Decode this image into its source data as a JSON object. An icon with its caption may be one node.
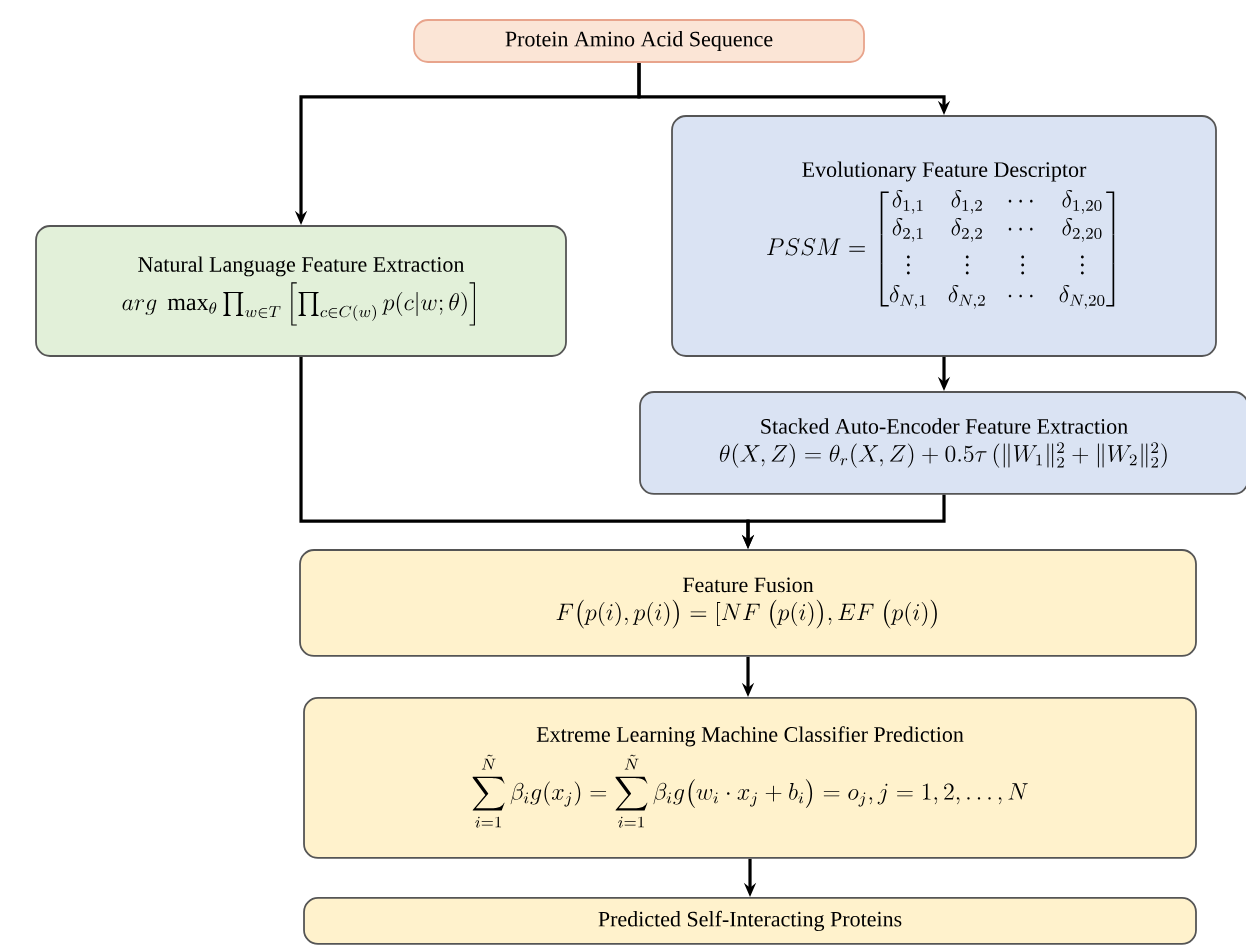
{
  "diagram": {
    "nodes": [
      {
        "text": [
          "Protein Amino Acid Sequence"
        ]
      },
      {
        "text": [
          "Natural Language Feature Extraction",
          "arg\\ \\max_{\\theta} \\prod_{w\\in T}\\left[\\prod_{c\\in C(w)} p(c|w;\\theta)\\right]"
        ]
      },
      {
        "text": [
          "Evolutionary Feature Descriptor",
          "PSSM=\\begin{bmatrix}\\delta_{1,1} & \\delta_{1,2} & \\cdots & \\delta_{1,20}\\\\ \\delta_{2,1} & \\delta_{2,2} & \\cdots & \\delta_{2,20}\\\\ \\vdots & \\vdots & \\vdots & \\vdots\\\\ \\delta_{N,1} & \\delta_{N,2} & \\cdots & \\delta_{N,20}\\end{bmatrix}"
        ]
      },
      {
        "text": [
          "Stacked Auto-Encoder Feature Extraction",
          "\\theta(X,Z)=\\theta_r(X,Z)+0.5\\tau\\left(\\|W_1\\|_2^2+\\|W_2\\|_2^2\\right)"
        ]
      },
      {
        "text": [
          "Feature Fusion",
          "F\\big(p(i),p(i)\\big)=[NF\\ \\big(p(i)\\big),EF\\ \\big(p(i)\\big)"
        ]
      },
      {
        "text": [
          "Extreme Learning Machine Classifier Prediction",
          "\\sum_{i=1}^{\\tilde{N}}\\beta_i g(x_j)=\\sum_{i=1}^{\\tilde{N}}\\beta_i g\\big(w_i\\cdot x_j+b_i\\big)=o_j, j=1,2,\\ldots,N"
        ]
      },
      {
        "text": [
          "Predicted Self-Interacting Proteins"
        ]
      }
    ],
    "edges": [
      {
        "from": 0,
        "to": 1,
        "arrow": "to"
      },
      {
        "from": 0,
        "to": 2,
        "arrow": "to"
      },
      {
        "from": 2,
        "to": 3,
        "arrow": "to"
      },
      {
        "from": 1,
        "to": 4,
        "arrow": "to"
      },
      {
        "from": 3,
        "to": 4,
        "arrow": "to"
      },
      {
        "from": 4,
        "to": 5,
        "arrow": "to"
      },
      {
        "from": 5,
        "to": 6,
        "arrow": "to"
      }
    ]
  }
}
